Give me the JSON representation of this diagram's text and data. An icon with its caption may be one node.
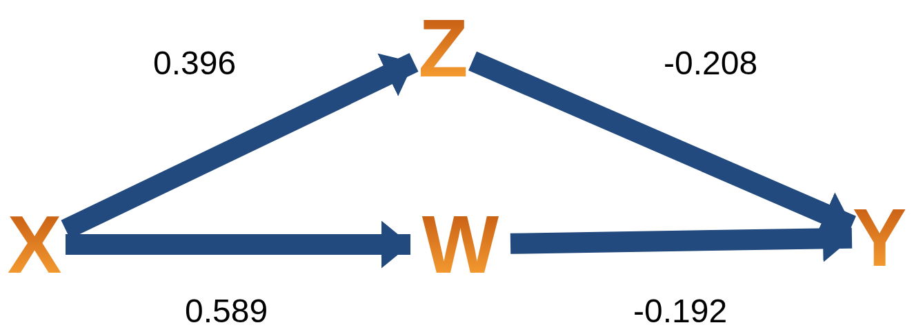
{
  "diagram": {
    "nodes": [
      {
        "text": [
          "X"
        ]
      },
      {
        "text": [
          "Z"
        ]
      },
      {
        "text": [
          "W"
        ]
      },
      {
        "text": [
          "Y"
        ]
      }
    ],
    "edges": [
      {
        "from": 0,
        "to": 1,
        "arrow": "to",
        "label": "0.396"
      },
      {
        "from": 1,
        "to": 3,
        "arrow": "to",
        "label": "-0.208"
      },
      {
        "from": 0,
        "to": 2,
        "arrow": "to",
        "label": "0.589"
      },
      {
        "from": 2,
        "to": 3,
        "arrow": "to",
        "label": "-0.192"
      }
    ]
  }
}
